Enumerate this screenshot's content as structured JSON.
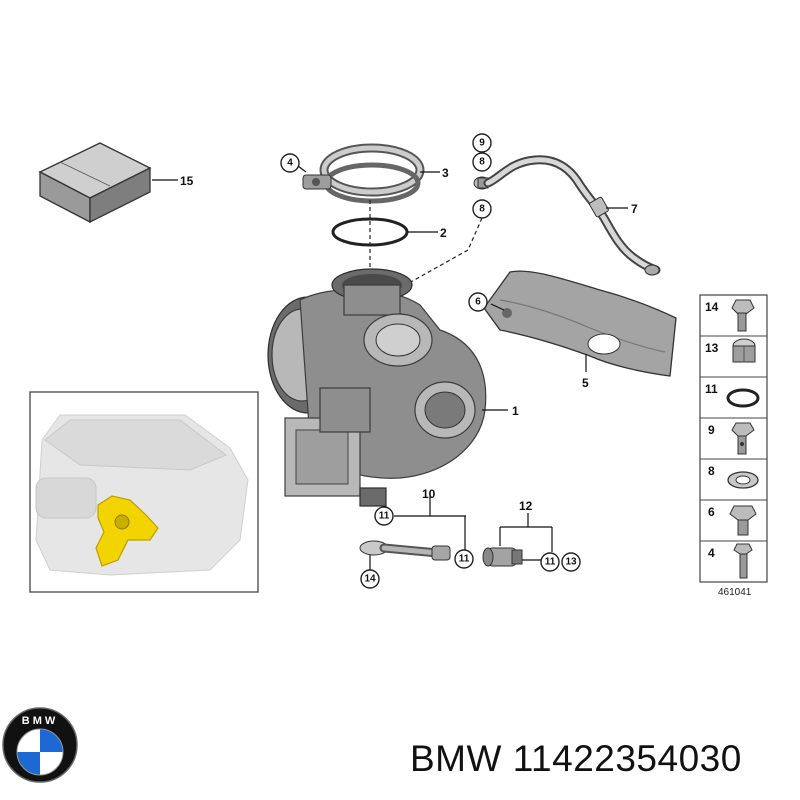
{
  "callouts": {
    "c1": "1",
    "c2": "2",
    "c3": "3",
    "c4": "4",
    "c5": "5",
    "c6": "6",
    "c7": "7",
    "c8a": "8",
    "c8b": "8",
    "c9": "9",
    "c10": "10",
    "c11a": "11",
    "c11b": "11",
    "c11c": "11",
    "c12": "12",
    "c13": "13",
    "c14": "14",
    "c15": "15"
  },
  "sidebar": {
    "items": [
      {
        "number": "14",
        "icon": "bolt-icon"
      },
      {
        "number": "13",
        "icon": "cap-nut-icon"
      },
      {
        "number": "11",
        "icon": "o-ring-icon"
      },
      {
        "number": "9",
        "icon": "banjo-bolt-icon"
      },
      {
        "number": "8",
        "icon": "sealing-washer-icon"
      },
      {
        "number": "6",
        "icon": "hex-bolt-icon"
      },
      {
        "number": "4",
        "icon": "stud-bolt-icon"
      }
    ],
    "diagram_id": "461041"
  },
  "brand": {
    "logo_letters": "BMW",
    "colors": {
      "blue": "#1c69d4",
      "black": "#111111"
    }
  },
  "footer": {
    "part_label": "BMW 11422354030"
  }
}
